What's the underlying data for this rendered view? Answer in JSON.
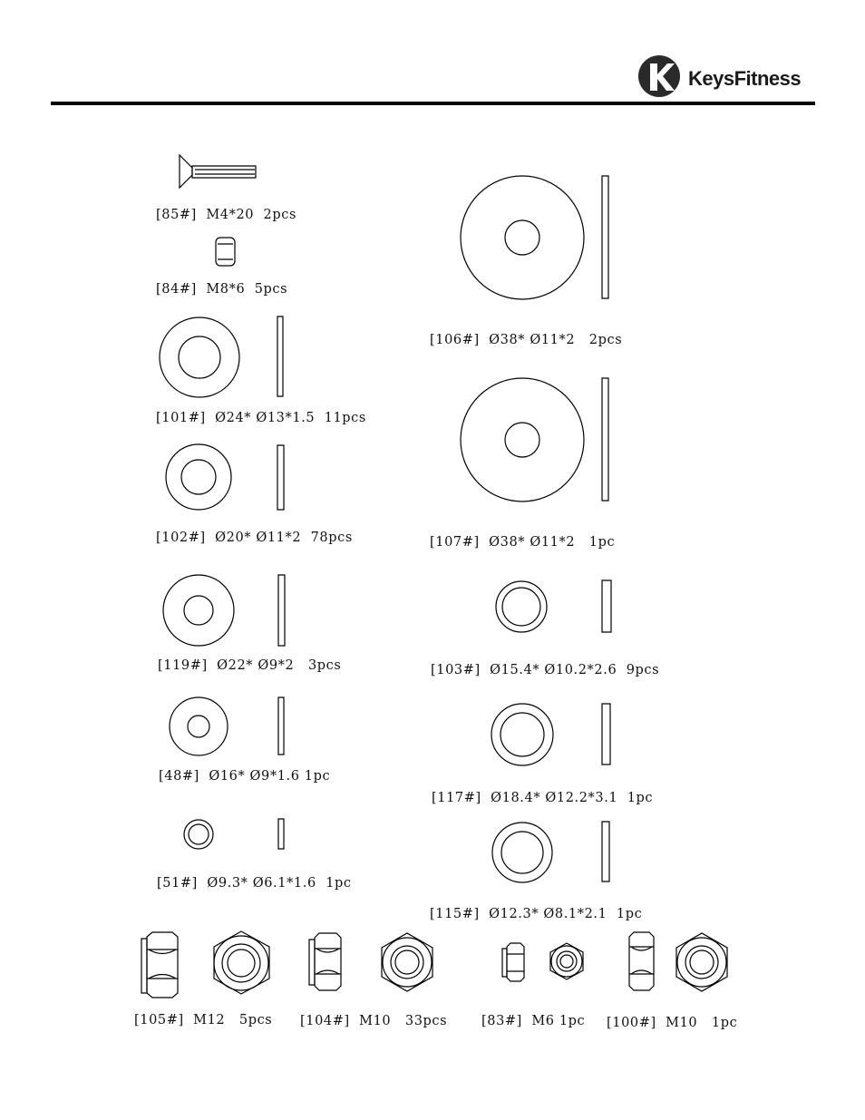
{
  "header": {
    "brand": "KeysFitness",
    "logo_icon": "keys-fitness-logo-icon"
  },
  "parts": [
    {
      "id": "85",
      "label": "[85#]  M4*20  2pcs"
    },
    {
      "id": "84",
      "label": "[84#]  M8*6  5pcs"
    },
    {
      "id": "101",
      "label": "[101#]  Ø24* Ø13*1.5  11pcs"
    },
    {
      "id": "102",
      "label": "[102#]  Ø20* Ø11*2  78pcs"
    },
    {
      "id": "119",
      "label": "[119#]  Ø22* Ø9*2   3pcs"
    },
    {
      "id": "48",
      "label": "[48#]  Ø16* Ø9*1.6 1pc"
    },
    {
      "id": "51",
      "label": "[51#]  Ø9.3* Ø6.1*1.6  1pc"
    },
    {
      "id": "106",
      "label": "[106#]  Ø38* Ø11*2   2pcs"
    },
    {
      "id": "107",
      "label": "[107#]  Ø38* Ø11*2   1pc"
    },
    {
      "id": "103",
      "label": "[103#]  Ø15.4* Ø10.2*2.6  9pcs"
    },
    {
      "id": "117",
      "label": "[117#]  Ø18.4* Ø12.2*3.1  1pc"
    },
    {
      "id": "115",
      "label": "[115#]  Ø12.3* Ø8.1*2.1  1pc"
    },
    {
      "id": "105",
      "label": "[105#]  M12   5pcs"
    },
    {
      "id": "104",
      "label": "[104#]  M10   33pcs"
    },
    {
      "id": "83",
      "label": "[83#]  M6 1pc"
    },
    {
      "id": "100",
      "label": "[100#]  M10   1pc"
    }
  ]
}
